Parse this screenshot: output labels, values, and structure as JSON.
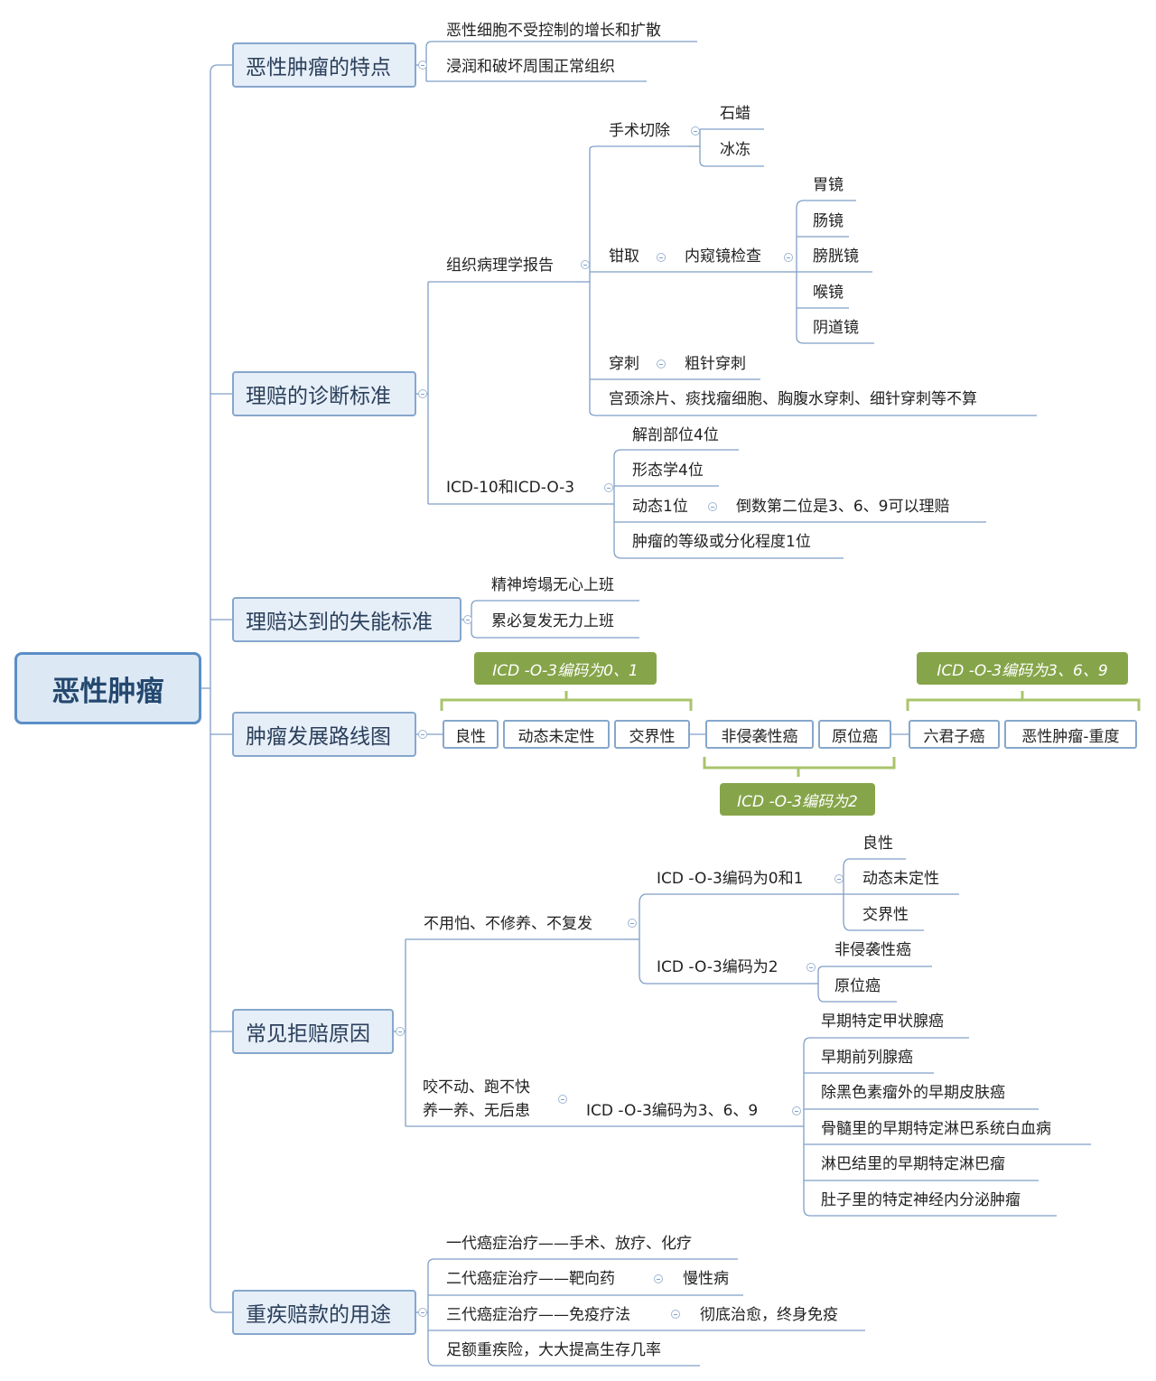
{
  "root": "恶性肿瘤",
  "features": {
    "title": "恶性肿瘤的特点",
    "items": [
      "恶性细胞不受控制的增长和扩散",
      "浸润和破坏周围正常组织"
    ]
  },
  "diagnosis": {
    "title": "理赔的诊断标准",
    "pathology": "组织病理学报告",
    "surgery": "手术切除",
    "surgery_items": [
      "石蜡",
      "冰冻"
    ],
    "forceps": "钳取",
    "endoscopy": "内窥镜检查",
    "endoscopy_items": [
      "胃镜",
      "肠镜",
      "膀胱镜",
      "喉镜",
      "阴道镜"
    ],
    "puncture": "穿刺",
    "coarse_needle": "粗针穿刺",
    "not_counted": "宫颈涂片、痰找瘤细胞、胸腹水穿刺、细针穿刺等不算",
    "icd": "ICD-10和ICD-O-3",
    "icd_items": [
      "解剖部位4位",
      "形态学4位",
      "动态1位",
      "肿瘤的等级或分化程度1位"
    ],
    "dynamic_note": "倒数第二位是3、6、9可以理赔"
  },
  "disability": {
    "title": "理赔达到的失能标准",
    "items": [
      "精神垮塌无心上班",
      "累必复发无力上班"
    ]
  },
  "roadmap": {
    "title": "肿瘤发展路线图",
    "stages": [
      "良性",
      "动态未定性",
      "交界性",
      "非侵袭性癌",
      "原位癌",
      "六君子癌",
      "恶性肿瘤-重度"
    ],
    "label_01": "ICD -O-3编码为0、1",
    "label_2": "ICD -O-3编码为2",
    "label_369": "ICD -O-3编码为3、6、9"
  },
  "rejection": {
    "title": "常见拒赔原因",
    "branch1": "不用怕、不修养、不复发",
    "code01": "ICD -O-3编码为0和1",
    "code01_items": [
      "良性",
      "动态未定性",
      "交界性"
    ],
    "code2": "ICD -O-3编码为2",
    "code2_items": [
      "非侵袭性癌",
      "原位癌"
    ],
    "branch2_line1": "咬不动、跑不快",
    "branch2_line2": "养一养、无后患",
    "code369": "ICD -O-3编码为3、6、9",
    "code369_items": [
      "早期特定甲状腺癌",
      "早期前列腺癌",
      "除黑色素瘤外的早期皮肤癌",
      "骨髓里的早期特定淋巴系统白血病",
      "淋巴结里的早期特定淋巴瘤",
      "肚子里的特定神经内分泌肿瘤"
    ]
  },
  "usage": {
    "title": "重疾赔款的用途",
    "items": [
      "一代癌症治疗——手术、放疗、化疗",
      "二代癌症治疗——靶向药",
      "三代癌症治疗——免疫疗法",
      "足额重疾险，大大提高生存几率"
    ],
    "gen2_note": "慢性病",
    "gen3_note": "彻底治愈，终身免疫"
  },
  "colors": {
    "line": "#7f9fc7",
    "topic_bg": "#e6eef8",
    "topic_border": "#86a7cc",
    "green": "#86a54a",
    "root_border": "#5b8ec7"
  }
}
